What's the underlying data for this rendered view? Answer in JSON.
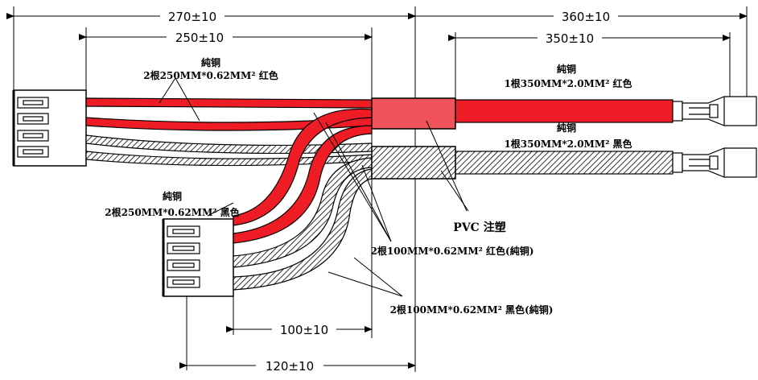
{
  "dimensions": {
    "d270": "270±10",
    "d250": "250±10",
    "d360": "360±10",
    "d350": "350±10",
    "d100": "100±10",
    "d120": "120±10"
  },
  "labels": {
    "pure_copper": "純铜",
    "left_red_spec": "2根250MM*0.62MM² 红色",
    "left_black_spec": "2根250MM*0.62MM² 黑色",
    "right_red_spec": "1根350MM*2.0MM² 红色",
    "right_black_spec": "1根350MM*2.0MM² 黑色",
    "pvc": "PVC 注塑",
    "mid_red_spec": "2根100MM*0.62MM² 红色(純铜)",
    "mid_black_spec": "2根100MM*0.62MM² 黑色(純铜)"
  },
  "colors": {
    "red_wire": "#ee1c24",
    "pvc_red": "#f0535a",
    "line": "#000000"
  }
}
